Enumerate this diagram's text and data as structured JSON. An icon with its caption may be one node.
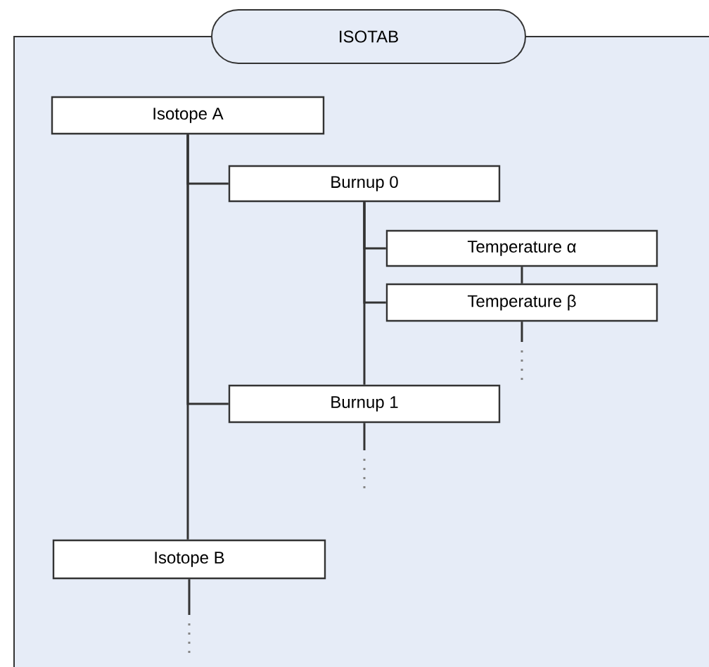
{
  "diagram": {
    "nodes": [
      {
        "text": [
          "ISOTAB"
        ]
      },
      {
        "text": [
          "Isotope A"
        ],
        "in": 0
      },
      {
        "text": [
          "Burnup 0"
        ],
        "in": 0
      },
      {
        "text": [
          "Temperature α"
        ],
        "in": 0
      },
      {
        "text": [
          "Temperature β"
        ],
        "in": 0
      },
      {
        "text": [
          "Burnup 1"
        ],
        "in": 0
      },
      {
        "text": [
          "Isotope B"
        ],
        "in": 0
      }
    ],
    "edges": [
      {
        "from": 1,
        "to": 2,
        "arrow": "none"
      },
      {
        "from": 1,
        "to": 5,
        "arrow": "none"
      },
      {
        "from": 1,
        "to": 6,
        "arrow": "none"
      },
      {
        "from": 2,
        "to": 3,
        "arrow": "none"
      },
      {
        "from": 2,
        "to": 4,
        "arrow": "none"
      },
      {
        "from": 2,
        "to": 5,
        "arrow": "none"
      },
      {
        "from": 3,
        "to": 4,
        "arrow": "none"
      },
      {
        "from": 4,
        "to": null,
        "arrow": "none"
      },
      {
        "from": 5,
        "to": null,
        "arrow": "none"
      },
      {
        "from": 6,
        "to": null,
        "arrow": "none"
      }
    ]
  }
}
